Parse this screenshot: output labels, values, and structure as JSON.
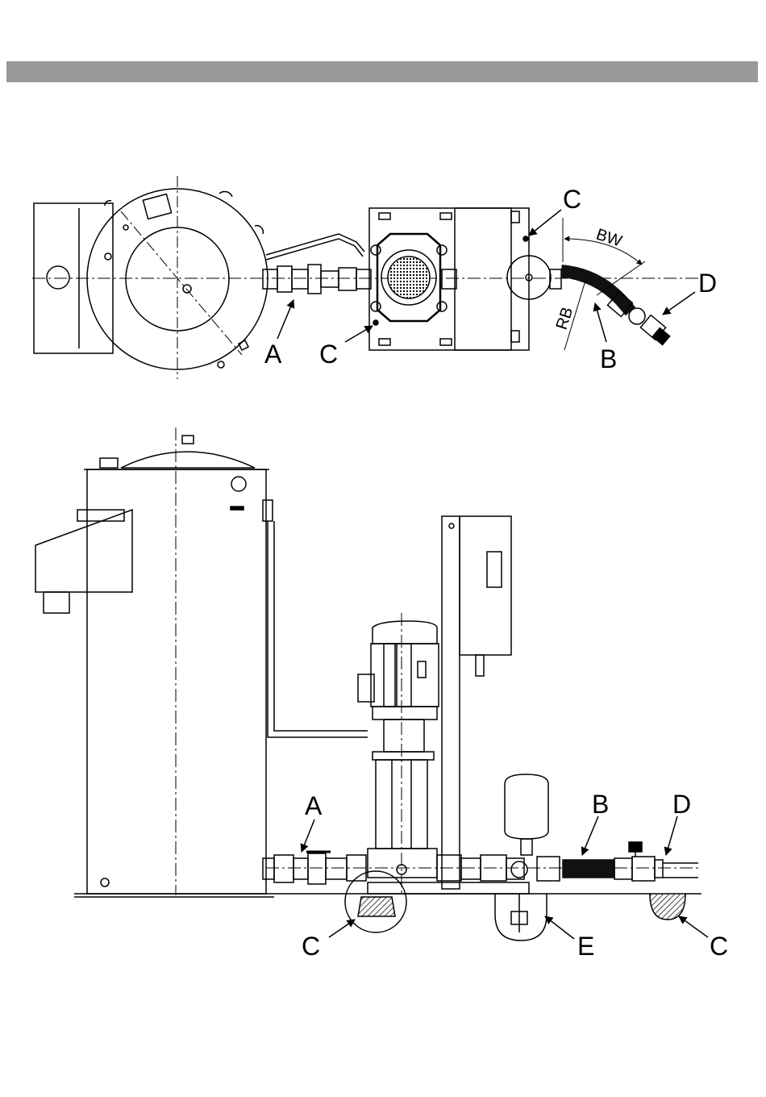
{
  "header": {
    "bar_color": "#999999"
  },
  "top_view": {
    "callouts": {
      "a": "A",
      "c_top": "C",
      "c_mid": "C",
      "b": "B",
      "d": "D"
    },
    "dimensions": {
      "bend_width": "BW",
      "bend_radius": "RB"
    }
  },
  "side_view": {
    "callouts": {
      "a": "A",
      "b": "B",
      "d": "D",
      "c_left": "C",
      "e": "E",
      "c_right": "C"
    }
  },
  "colors": {
    "line": "#000000",
    "hatch": "#555555",
    "hose": "#111111"
  }
}
